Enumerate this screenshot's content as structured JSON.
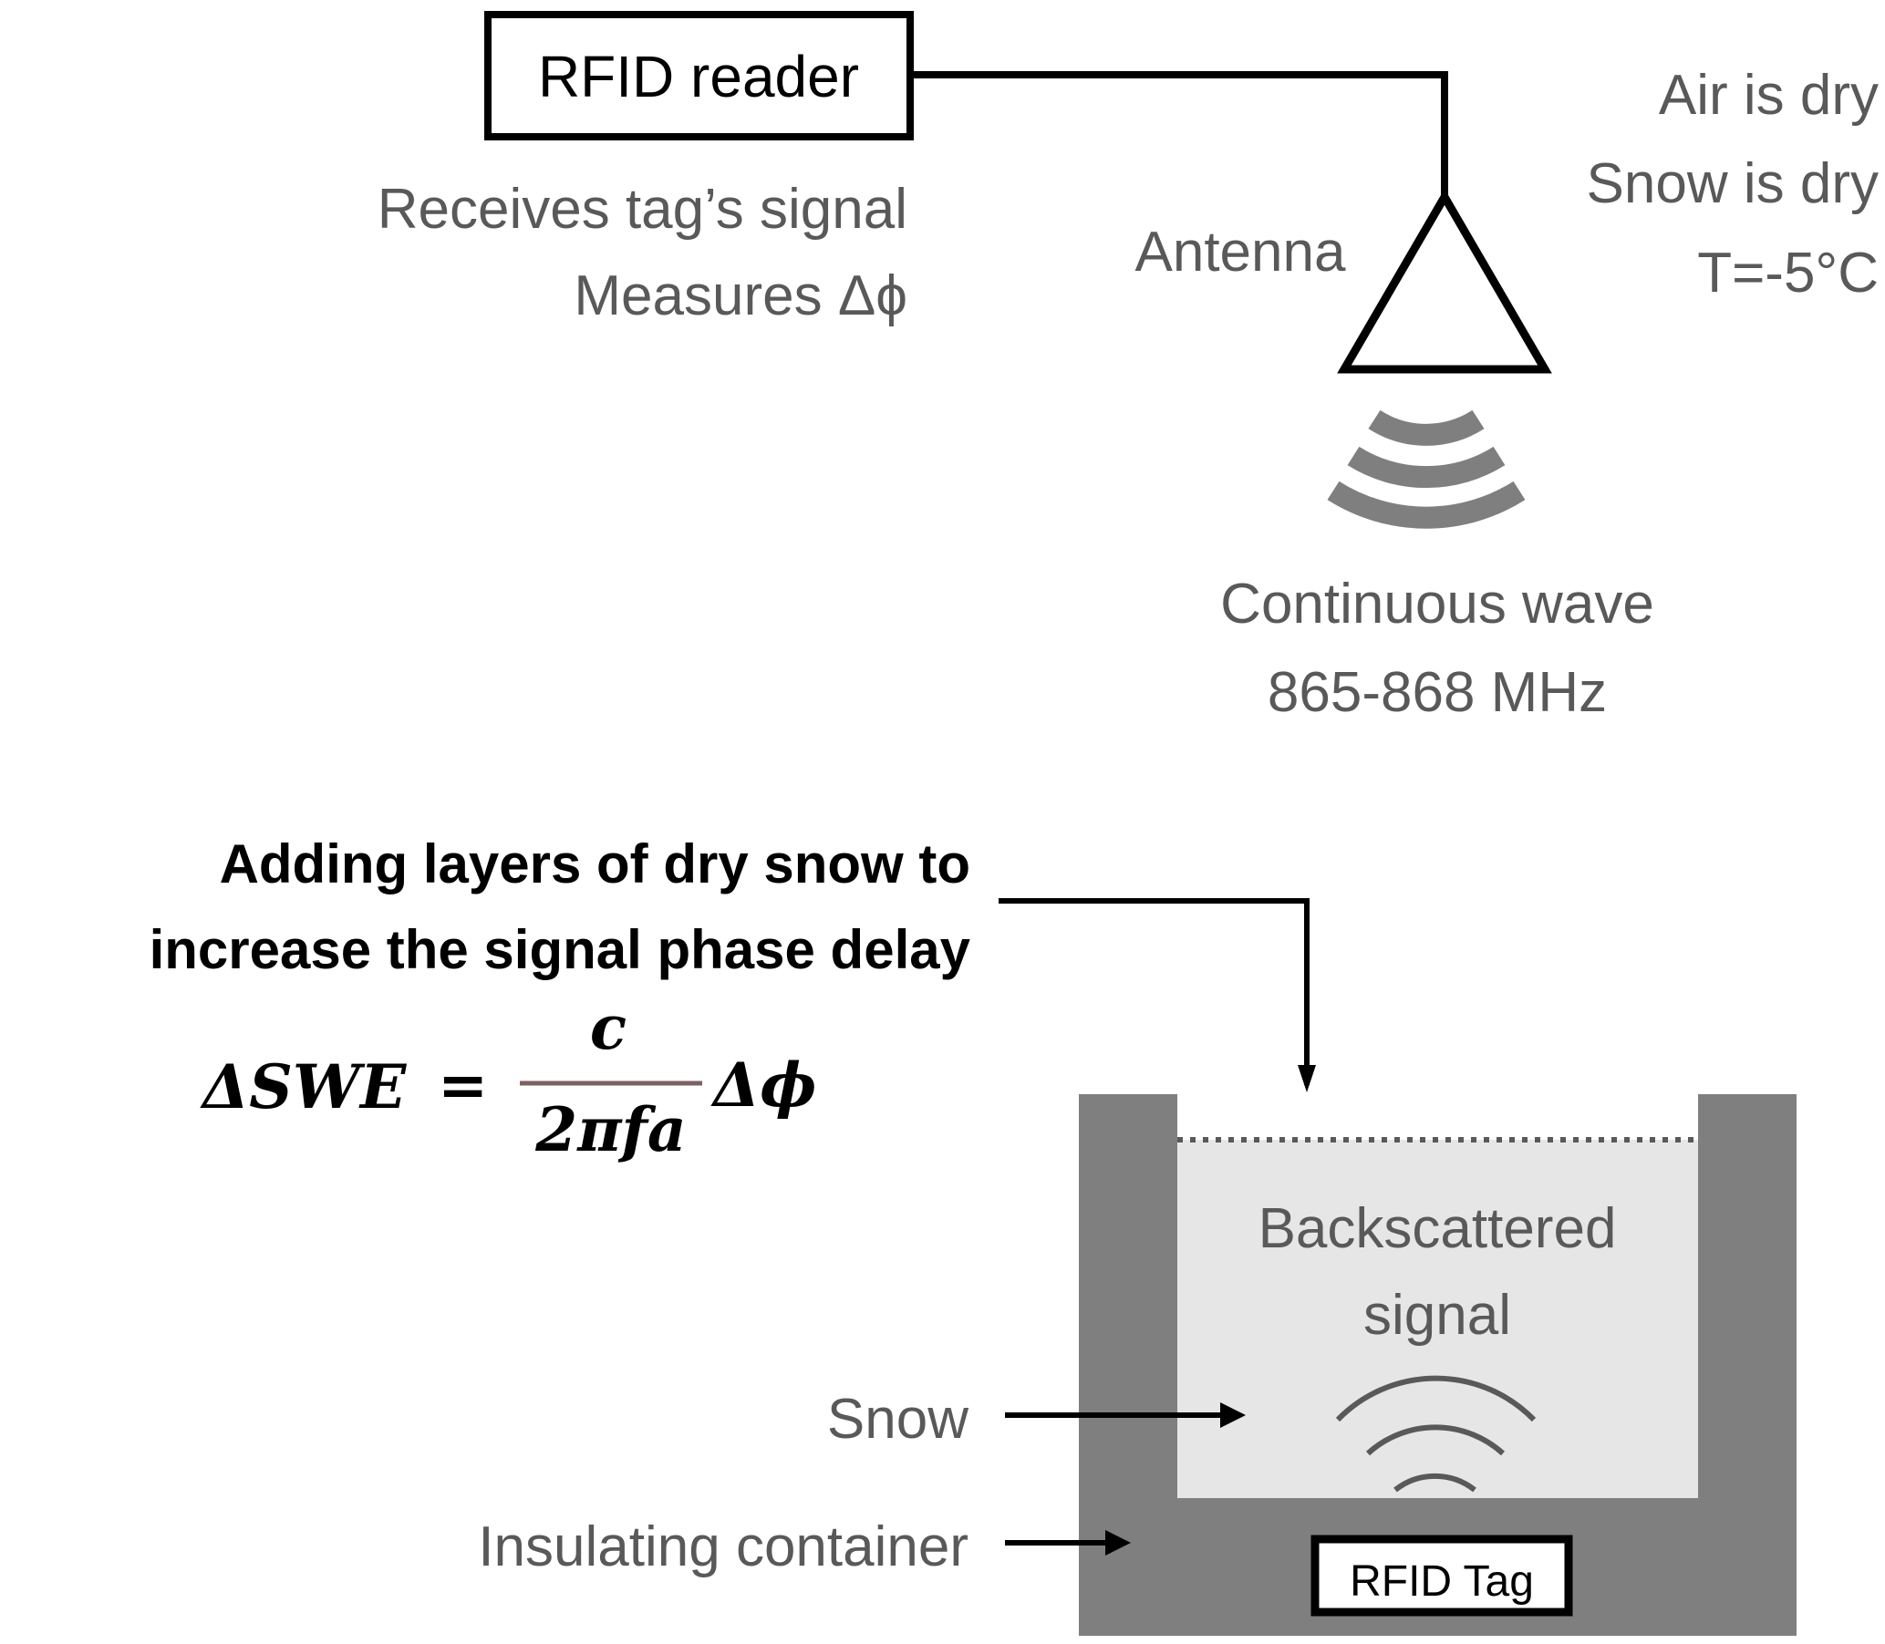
{
  "reader": {
    "box_label": "RFID reader",
    "desc_lines": [
      "Receives tag’s signal",
      "Measures Δϕ"
    ]
  },
  "antenna": {
    "label": "Antenna"
  },
  "conditions": {
    "lines": [
      "Air is dry",
      "Snow is dry",
      "T=-5°C"
    ]
  },
  "wave": {
    "lines": [
      "Continuous wave",
      "865-868 MHz"
    ]
  },
  "annotation": {
    "lines": [
      "Adding layers of dry snow to",
      "increase the signal phase delay"
    ]
  },
  "equation": {
    "lhs": "ΔSWE",
    "equals": "=",
    "numerator": "c",
    "denominator": "2πfa",
    "rhs": "Δϕ"
  },
  "container": {
    "backscatter_lines": [
      "Backscattered",
      "signal"
    ],
    "snow_label": "Snow",
    "container_label": "Insulating container",
    "tag_label": "RFID Tag"
  },
  "colors": {
    "container_gray": "#7f7f7f",
    "snow_fill": "#e6e6e6",
    "text_gray": "#595959",
    "wave_gray": "#7f7f7f",
    "signal_arc": "#595959",
    "fraction_bar": "#7f6060"
  }
}
